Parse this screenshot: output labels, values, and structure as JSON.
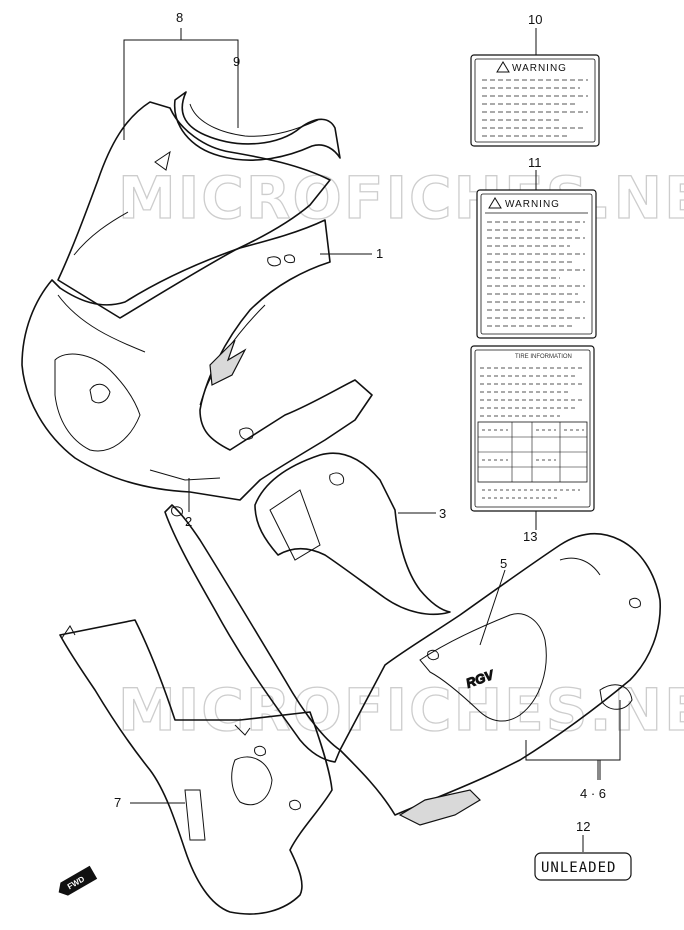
{
  "callouts": {
    "c1": "1",
    "c2": "2",
    "c3": "3",
    "c46": "4 · 6",
    "c5": "5",
    "c7": "7",
    "c8": "8",
    "c9": "9",
    "c10": "10",
    "c11": "11",
    "c12": "12",
    "c13": "13"
  },
  "labels": {
    "warning_small_title": "WARNING",
    "warning_large_title": "WARNING",
    "spec_label_title": "TIRE INFORMATION",
    "unleaded_label": "UNLEADED"
  },
  "decal_text": "RGV",
  "watermark": "MICROFICHES.NET",
  "fwd_arrow": "FWD",
  "icons": {
    "warning_triangle": "warning-triangle-icon",
    "fwd_arrow": "fwd-arrow-icon"
  },
  "colors": {
    "line": "#111111",
    "watermark": "#bdbdbd",
    "shade": "#d9d9d9"
  }
}
